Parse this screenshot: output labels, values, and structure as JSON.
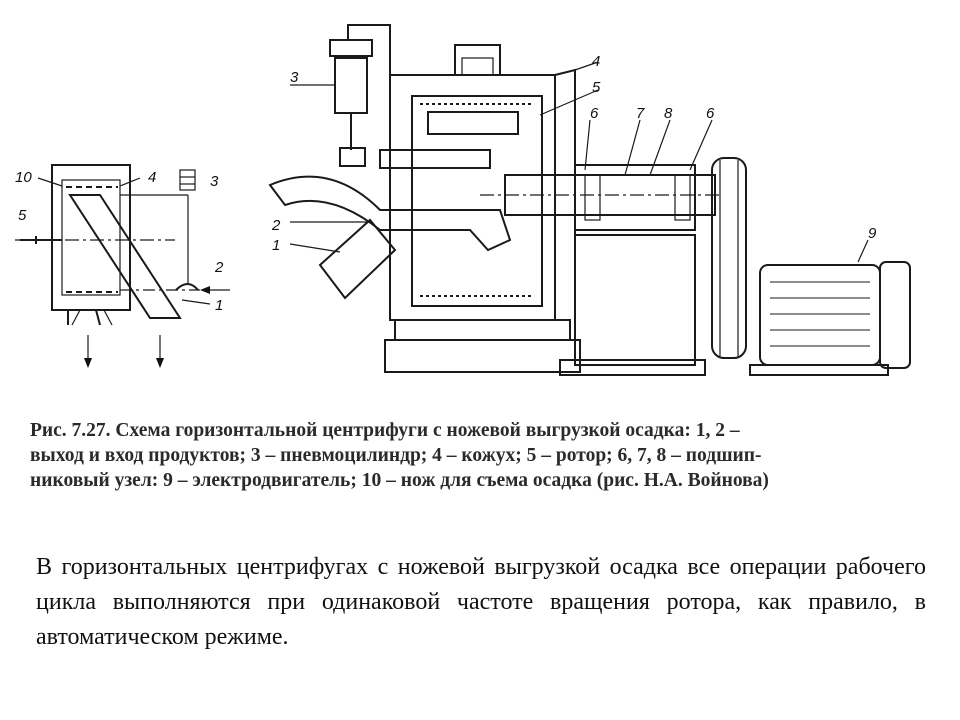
{
  "figure": {
    "left_labels": [
      "10",
      "4",
      "3",
      "5",
      "2",
      "1"
    ],
    "right_labels": [
      "3",
      "4",
      "5",
      "6",
      "7",
      "8",
      "6",
      "2",
      "1",
      "9"
    ]
  },
  "caption": {
    "line1": "Рис. 7.27. Схема горизонтальной центрифуги с ножевой выгрузкой осадка: 1, 2 –",
    "line2": "выход и вход продуктов; 3 – пневмоцилиндр; 4 – кожух; 5 – ротор; 6, 7, 8 – подшип-",
    "line3": "никовый узел: 9 – электродвигатель; 10 – нож для съема осадка (рис. Н.А. Войнова)"
  },
  "body_text": "В горизонтальных центрифугах с ножевой выгрузкой осадка все операции рабочего цикла выполняются при одинаковой частоте вращения ротора, как правило, в автоматическом режиме."
}
